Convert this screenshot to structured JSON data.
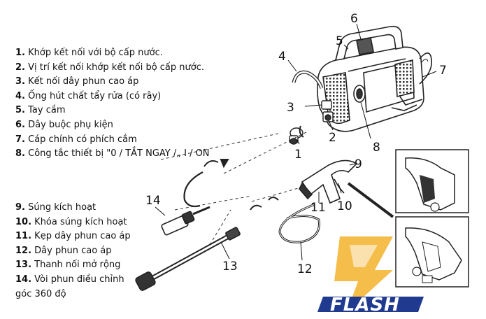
{
  "legend_top": [
    {
      "num": "1.",
      "text": "Khớp kết nối với bộ cấp nước."
    },
    {
      "num": "2.",
      "text": "Vị trí kết nối khớp kết nối bộ cấp nước."
    },
    {
      "num": "3.",
      "text": "Kết nối dây phun cao áp"
    },
    {
      "num": "4.",
      "text": "Ống hút chất tẩy rửa (có rây)"
    },
    {
      "num": "5.",
      "text": "Tay cầm"
    },
    {
      "num": "6.",
      "text": "Dây buộc phụ kiện"
    },
    {
      "num": "7.",
      "text": "Cáp chính có phích cắm"
    },
    {
      "num": "8.",
      "text": "Công tắc thiết bị \"0 / TẮT NGAY /„ I / ON"
    }
  ],
  "legend_bottom": [
    {
      "num": "9.",
      "text": "Súng kích hoạt"
    },
    {
      "num": "10.",
      "text": "Khóa súng kích hoạt"
    },
    {
      "num": "11.",
      "text": "Kẹp dây phun cao áp"
    },
    {
      "num": "12.",
      "text": "Dây phun cao áp"
    },
    {
      "num": "13.",
      "text": "Thanh nối mở rộng"
    },
    {
      "num": "14.",
      "text": "Vòi phun điều chỉnh"
    },
    {
      "num": "",
      "text": "góc 360 độ"
    }
  ],
  "callouts": {
    "n1": "1",
    "n2": "2",
    "n3": "3",
    "n4": "4",
    "n5": "5",
    "n6": "6",
    "n7": "7",
    "n8": "8",
    "n9": "9",
    "n10": "10",
    "n11": "11",
    "n12": "12",
    "n13": "13",
    "n14": "14"
  },
  "logo": {
    "text": "FLASH",
    "accent_color": "#f4b73a",
    "bar_color": "#1f3a8f"
  },
  "icons": [
    "washer-body",
    "trigger-gun",
    "lance",
    "nozzle",
    "hose",
    "lock-icon"
  ]
}
